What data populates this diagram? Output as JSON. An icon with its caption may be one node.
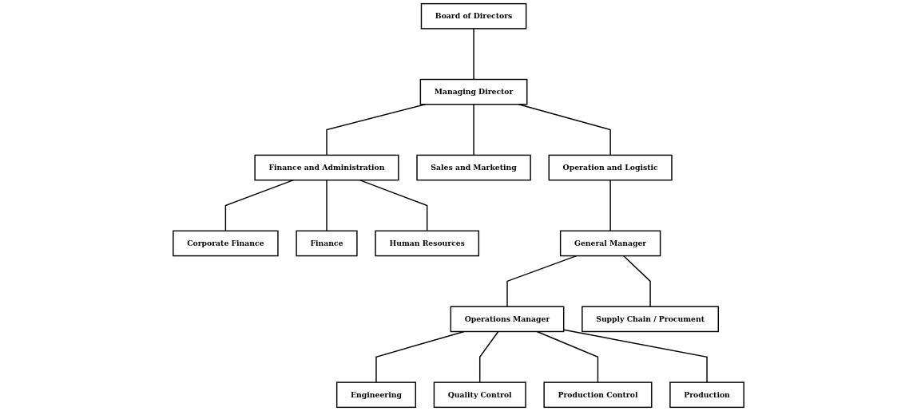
{
  "diagram": {
    "nodes": [
      {
        "text": [
          "Board of Directors"
        ]
      },
      {
        "text": [
          "Managing Director"
        ]
      },
      {
        "text": [
          "Finance and Administration"
        ]
      },
      {
        "text": [
          "Sales and Marketing"
        ]
      },
      {
        "text": [
          "Operation and Logistic"
        ]
      },
      {
        "text": [
          "Corporate Finance"
        ]
      },
      {
        "text": [
          "Finance"
        ]
      },
      {
        "text": [
          "Human Resources"
        ]
      },
      {
        "text": [
          "General Manager"
        ]
      },
      {
        "text": [
          "Operations Manager"
        ]
      },
      {
        "text": [
          "Supply Chain / Procument"
        ]
      },
      {
        "text": [
          "Engineering"
        ]
      },
      {
        "text": [
          "Quality Control"
        ]
      },
      {
        "text": [
          "Production Control"
        ]
      },
      {
        "text": [
          "Production"
        ]
      }
    ],
    "edges": [
      {
        "from": 0,
        "to": 1,
        "arrow": "none"
      },
      {
        "from": 1,
        "to": 2,
        "arrow": "none"
      },
      {
        "from": 1,
        "to": 3,
        "arrow": "none"
      },
      {
        "from": 1,
        "to": 4,
        "arrow": "none"
      },
      {
        "from": 2,
        "to": 5,
        "arrow": "none"
      },
      {
        "from": 2,
        "to": 6,
        "arrow": "none"
      },
      {
        "from": 2,
        "to": 7,
        "arrow": "none"
      },
      {
        "from": 4,
        "to": 8,
        "arrow": "none"
      },
      {
        "from": 8,
        "to": 9,
        "arrow": "none"
      },
      {
        "from": 8,
        "to": 10,
        "arrow": "none"
      },
      {
        "from": 9,
        "to": 11,
        "arrow": "none"
      },
      {
        "from": 9,
        "to": 12,
        "arrow": "none"
      },
      {
        "from": 9,
        "to": 13,
        "arrow": "none"
      },
      {
        "from": 9,
        "to": 14,
        "arrow": "none"
      }
    ]
  }
}
